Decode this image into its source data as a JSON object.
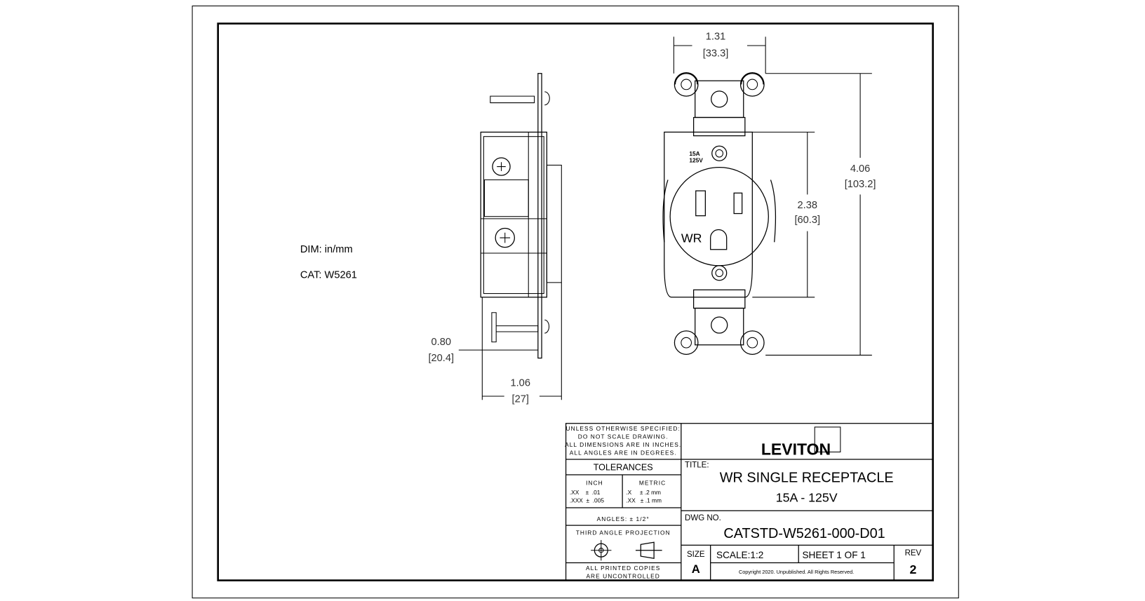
{
  "notes": {
    "dim": "DIM: in/mm",
    "cat": "CAT: W5261"
  },
  "dimensions": {
    "width_in": "1.31",
    "width_mm": "[33.3]",
    "height_in": "4.06",
    "height_mm": "[103.2]",
    "body_in": "2.38",
    "body_mm": "[60.3]",
    "strap_in": "0.80",
    "strap_mm": "[20.4]",
    "depth_in": "1.06",
    "depth_mm": "[27]"
  },
  "receptacle": {
    "face_mark": "WR",
    "rating_amp": "15A",
    "rating_volt": "125V"
  },
  "title_block": {
    "unless": [
      "UNLESS OTHERWISE SPECIFIED:",
      "DO NOT SCALE DRAWING.",
      "ALL DIMENSIONS ARE IN INCHES.",
      "ALL ANGLES ARE IN DEGREES."
    ],
    "tolerances": "TOLERANCES",
    "inch_label": "INCH",
    "inch_rows": [
      ".XX    ±  .01",
      ".XXX  ±  .005"
    ],
    "metric_label": "METRIC",
    "metric_rows": [
      ".X     ± .2 mm",
      ".XX   ± .1 mm"
    ],
    "angles": "ANGLES: ± 1/2°",
    "projection": "THIRD ANGLE PROJECTION",
    "copies": [
      "ALL PRINTED COPIES",
      "ARE UNCONTROLLED"
    ],
    "logo": "LEVITON",
    "title_label": "TITLE:",
    "title_line1": "WR SINGLE RECEPTACLE",
    "title_line2": "15A - 125V",
    "dwg_label": "DWG NO.",
    "dwg_no": "CATSTD-W5261-000-D01",
    "size_label": "SIZE",
    "size": "A",
    "scale": "SCALE:1:2",
    "sheet": "SHEET 1 OF 1",
    "copyright": "Copyright 2020. Unpublished. All Rights Reserved.",
    "rev_label": "REV",
    "rev": "2"
  }
}
